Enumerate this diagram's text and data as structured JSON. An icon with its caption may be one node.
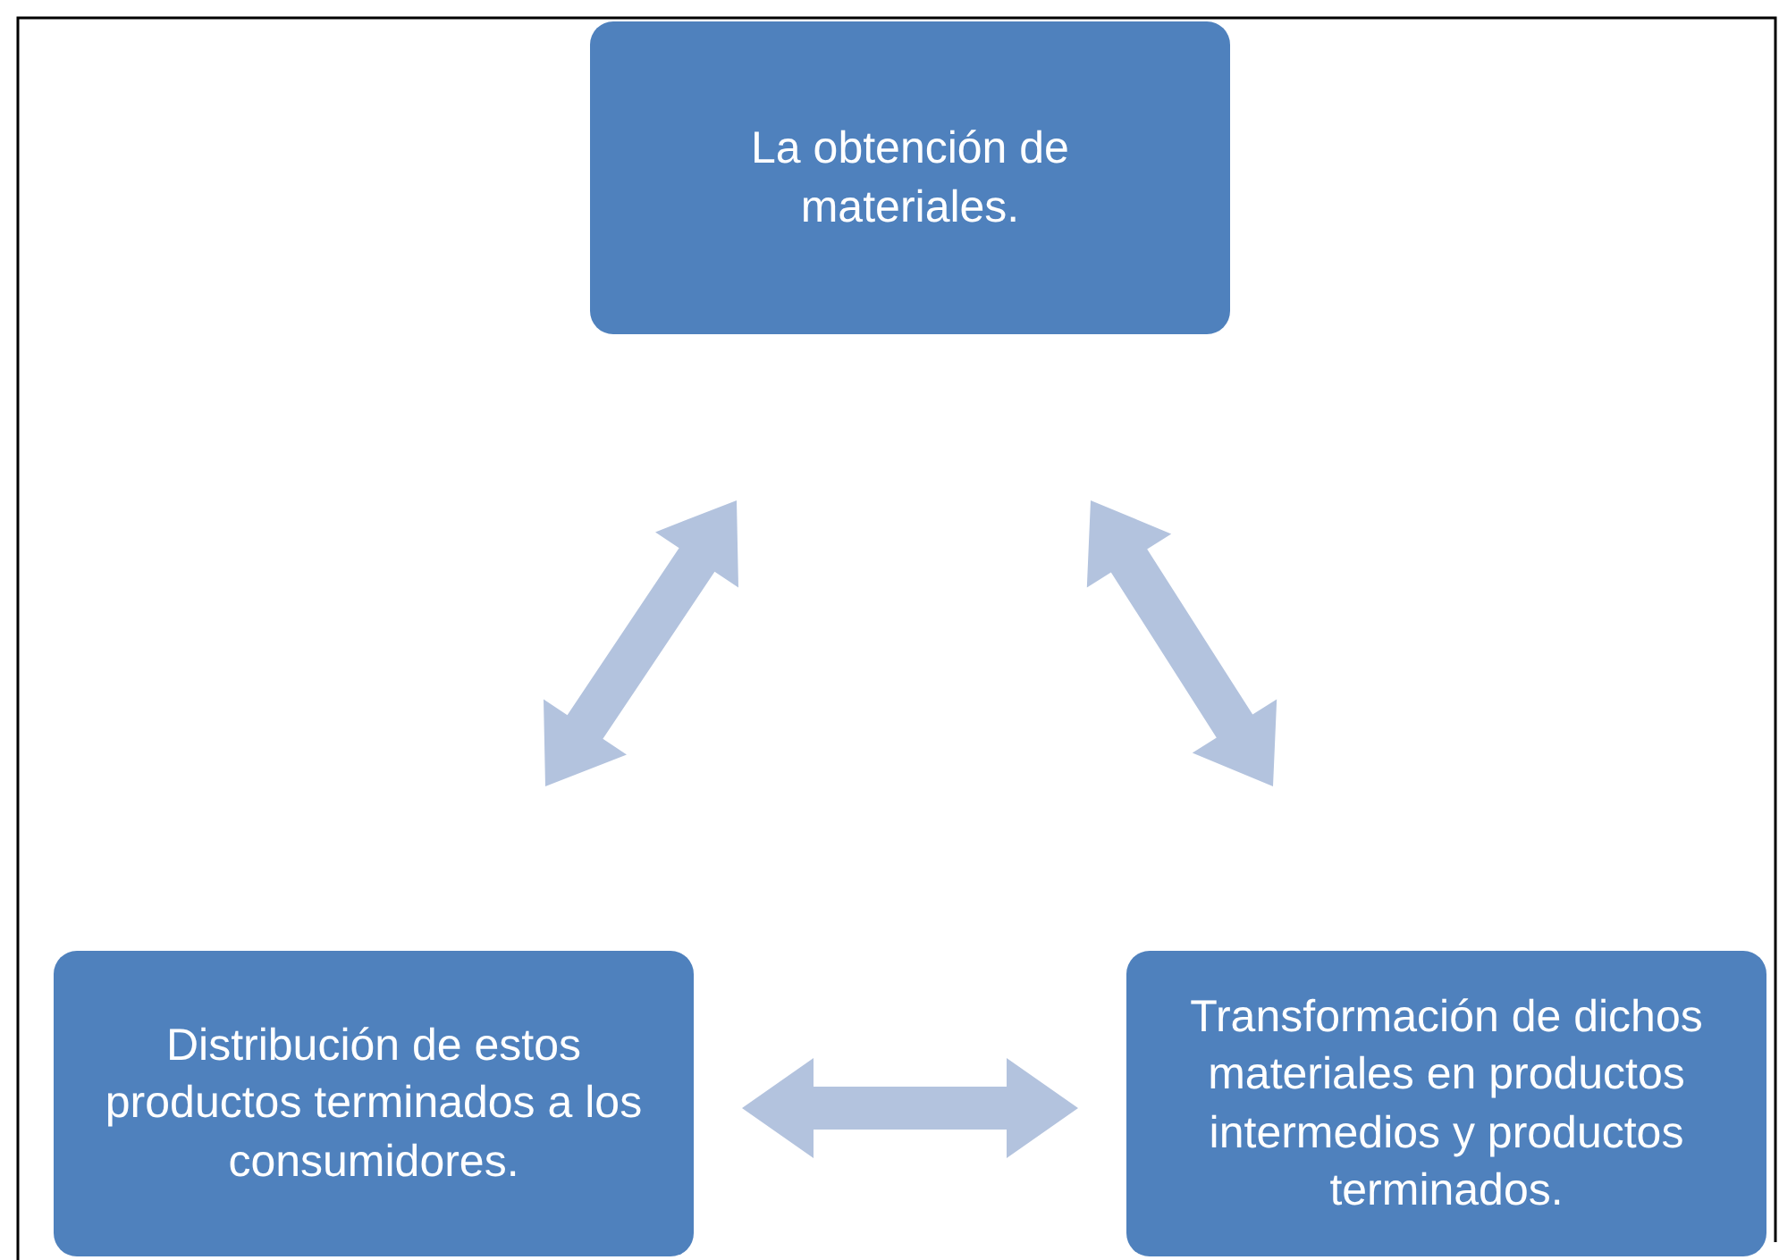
{
  "diagram": {
    "nodes": [
      {
        "text": [
          "La obtención de materiales."
        ]
      },
      {
        "text": [
          "Transformación de dichos materiales en productos intermedios y productos terminados."
        ]
      },
      {
        "text": [
          "Distribución de estos productos terminados a los consumidores."
        ]
      }
    ],
    "edges": [
      {
        "from": 0,
        "to": 1,
        "arrow": "both"
      },
      {
        "from": 2,
        "to": 0,
        "arrow": "both"
      },
      {
        "from": 2,
        "to": 1,
        "arrow": "both"
      }
    ]
  }
}
